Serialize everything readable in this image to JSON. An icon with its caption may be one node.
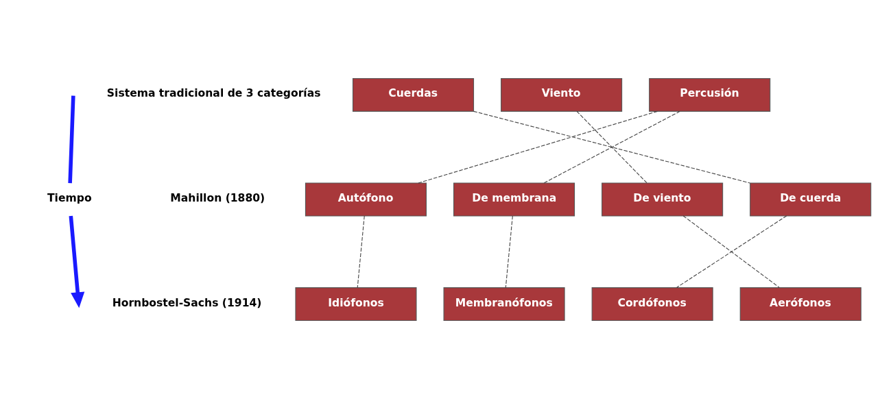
{
  "diagram": {
    "nodes": [
      {
        "text": [
          "Cuerdas"
        ]
      },
      {
        "text": [
          "Viento"
        ]
      },
      {
        "text": [
          "Percusión"
        ]
      },
      {
        "text": [
          "Autófono"
        ]
      },
      {
        "text": [
          "De membrana"
        ]
      },
      {
        "text": [
          "De viento"
        ]
      },
      {
        "text": [
          "De cuerda"
        ]
      },
      {
        "text": [
          "Idiófonos"
        ]
      },
      {
        "text": [
          "Membranófonos"
        ]
      },
      {
        "text": [
          "Cordófonos"
        ]
      },
      {
        "text": [
          "Aerófonos"
        ]
      }
    ],
    "edges": [
      {
        "from": 0,
        "to": 6,
        "arrow": "none",
        "style": "dashed"
      },
      {
        "from": 1,
        "to": 5,
        "arrow": "none",
        "style": "dashed"
      },
      {
        "from": 2,
        "to": 3,
        "arrow": "none",
        "style": "dashed"
      },
      {
        "from": 2,
        "to": 4,
        "arrow": "none",
        "style": "dashed"
      },
      {
        "from": 3,
        "to": 7,
        "arrow": "none",
        "style": "dashed"
      },
      {
        "from": 4,
        "to": 8,
        "arrow": "none",
        "style": "dashed"
      },
      {
        "from": 5,
        "to": 10,
        "arrow": "none",
        "style": "dashed"
      },
      {
        "from": 6,
        "to": 9,
        "arrow": "none",
        "style": "dashed"
      }
    ],
    "labels": [
      "Sistema tradicional de 3 categorías",
      "Tiempo",
      "Mahillon (1880)",
      "Hornbostel-Sachs (1914)"
    ]
  }
}
